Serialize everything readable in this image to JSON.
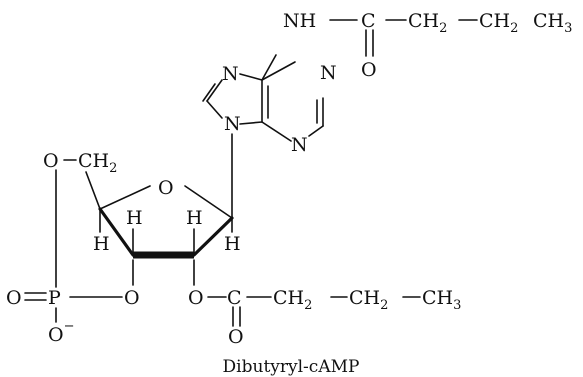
{
  "caption": "Dibutyryl-cAMP",
  "atoms": {
    "nh": "NH",
    "c_amide": "C",
    "ch2_a": "CH",
    "ch2_b": "CH",
    "ch3_top": "CH",
    "o_amide": "O",
    "n7": "N",
    "n1": "N",
    "n9": "N",
    "n3": "N",
    "o_ring": "O",
    "o5": "O",
    "ch2_5": "CH",
    "h4": "H",
    "h3": "H",
    "h2": "H",
    "h1": "H",
    "o_double": "O",
    "p": "P",
    "o3": "O",
    "o2": "O",
    "c_ester": "C",
    "ch2_c": "CH",
    "ch2_d": "CH",
    "ch3_bot": "CH",
    "o_ester": "O",
    "o_minus": "O",
    "minus": "−",
    "sub_2": "2",
    "sub_3": "3"
  }
}
